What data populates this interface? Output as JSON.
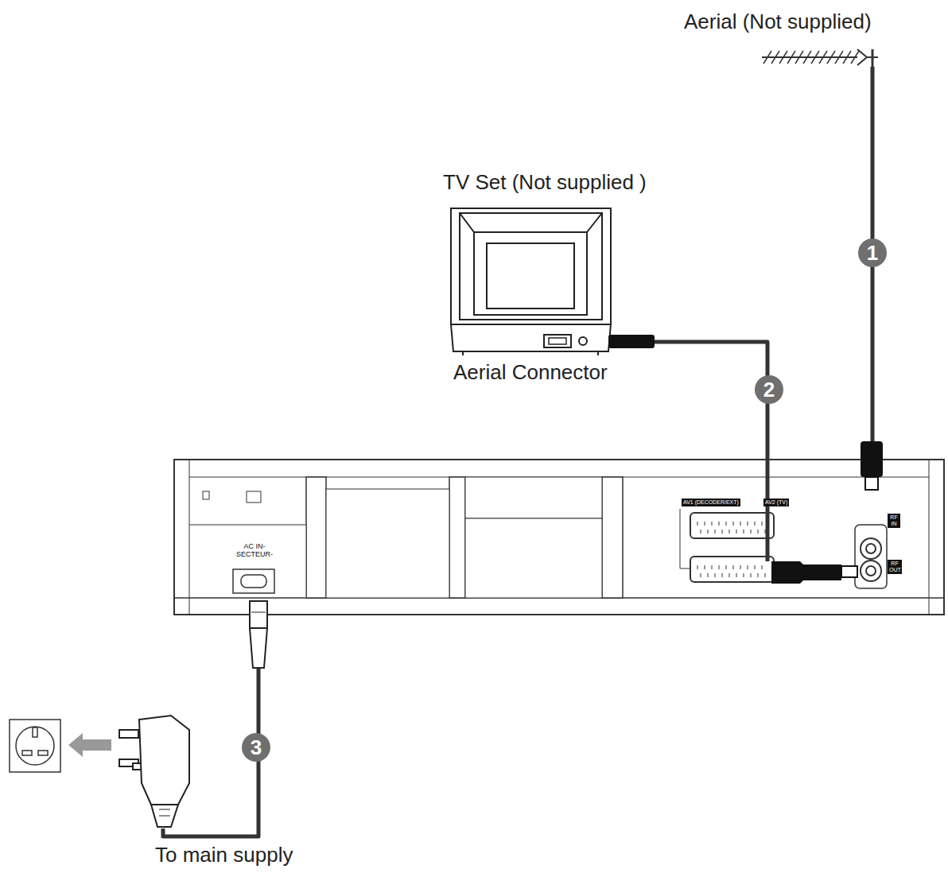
{
  "diagram": {
    "nodes": [
      {
        "text": [
          "Aerial (Not supplied)"
        ]
      },
      {
        "text": [
          "TV Set (Not supplied )",
          "Aerial Connector"
        ]
      },
      {
        "text": [
          "AC IN- SECTEUR-"
        ]
      },
      {
        "text": [
          "To main supply"
        ]
      }
    ],
    "edges": [
      {
        "from": 0,
        "to": 2,
        "arrow": "none",
        "label": "1"
      },
      {
        "from": 1,
        "to": 2,
        "arrow": "none",
        "label": "2"
      },
      {
        "from": 2,
        "to": 3,
        "arrow": "none",
        "label": "3"
      }
    ],
    "labels": [
      "AV1 (DECODER/EXT)",
      "AV2 (TV)",
      "RF IN",
      "RF OUT"
    ]
  }
}
